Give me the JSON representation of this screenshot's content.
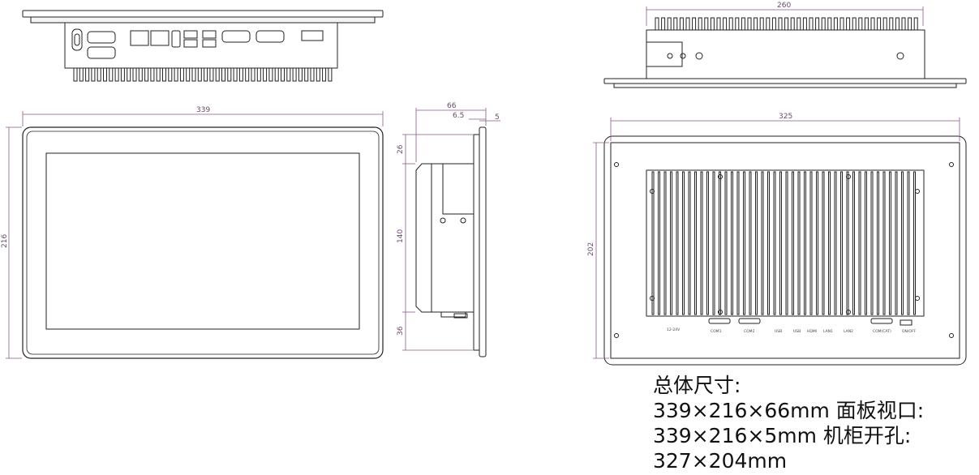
{
  "dimensions": {
    "front_width": "339",
    "front_height": "216",
    "side_depth": "66",
    "side_offset": "6.5",
    "side_panel": "5",
    "side_top": "26",
    "side_mid": "140",
    "side_bottom": "36",
    "top_width": "260",
    "back_width": "325",
    "back_height": "202"
  },
  "port_labels": [
    "12-24V",
    "COM1",
    "COM2",
    "USB",
    "USB",
    "HDMI",
    "LAN1",
    "LAN2",
    "COM(CAT)",
    "ON/OFF"
  ],
  "specs": {
    "line1": "总体尺寸:",
    "line2": "339×216×66mm 面板视口:",
    "line3": "339×216×5mm  机柜开孔:",
    "line4": "327×204mm"
  }
}
